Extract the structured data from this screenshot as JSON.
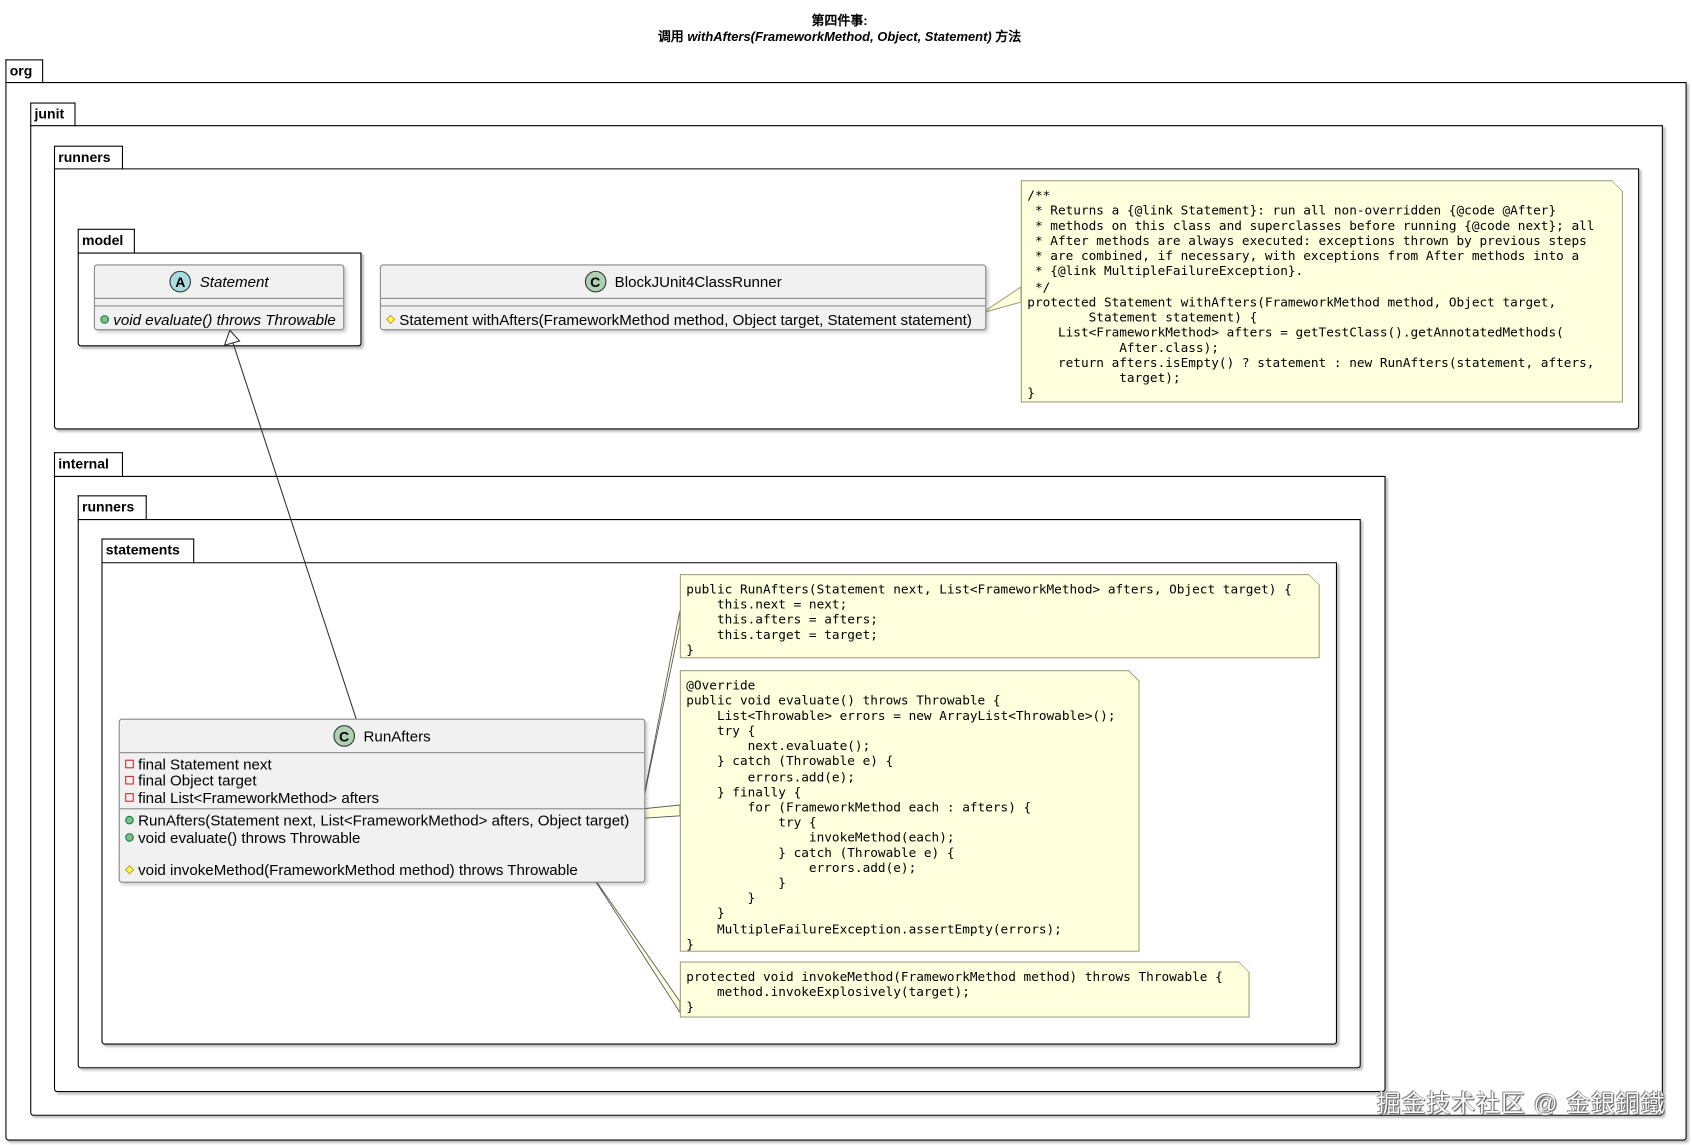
{
  "title": {
    "line1": "第四件事:",
    "line2_prefix": "调用 ",
    "line2_method": "withAfters(FrameworkMethod, Object, Statement)",
    "line2_suffix": " 方法"
  },
  "packages": {
    "org": "org",
    "junit": "junit",
    "runners": "runners",
    "model": "model",
    "internal": "internal",
    "internal_runners": "runners",
    "statements": "statements"
  },
  "classes": {
    "statement": {
      "stereotype": "A",
      "name": "Statement",
      "methods": [
        {
          "visibility": "public",
          "text": "void evaluate() throws Throwable"
        }
      ]
    },
    "block_runner": {
      "stereotype": "C",
      "name": "BlockJUnit4ClassRunner",
      "methods": [
        {
          "visibility": "protected",
          "text": "Statement withAfters(FrameworkMethod method, Object target, Statement statement)"
        }
      ]
    },
    "run_afters": {
      "stereotype": "C",
      "name": "RunAfters",
      "fields": [
        {
          "visibility": "private",
          "text": "final Statement next"
        },
        {
          "visibility": "private",
          "text": "final Object target"
        },
        {
          "visibility": "private",
          "text": "final List<FrameworkMethod> afters"
        }
      ],
      "methods": [
        {
          "visibility": "public",
          "text": "RunAfters(Statement next, List<FrameworkMethod> afters, Object target)"
        },
        {
          "visibility": "public",
          "text": "void evaluate() throws Throwable"
        },
        {
          "visibility": "protected",
          "text": "void invokeMethod(FrameworkMethod method) throws Throwable"
        }
      ]
    }
  },
  "notes": {
    "with_afters": [
      "/**",
      " * Returns a {@link Statement}: run all non-overridden {@code @After}",
      " * methods on this class and superclasses before running {@code next}; all",
      " * After methods are always executed: exceptions thrown by previous steps",
      " * are combined, if necessary, with exceptions from After methods into a",
      " * {@link MultipleFailureException}.",
      " */",
      "protected Statement withAfters(FrameworkMethod method, Object target,",
      "        Statement statement) {",
      "    List<FrameworkMethod> afters = getTestClass().getAnnotatedMethods(",
      "            After.class);",
      "    return afters.isEmpty() ? statement : new RunAfters(statement, afters,",
      "            target);",
      "}"
    ],
    "constructor": [
      "public RunAfters(Statement next, List<FrameworkMethod> afters, Object target) {",
      "    this.next = next;",
      "    this.afters = afters;",
      "    this.target = target;",
      "}"
    ],
    "evaluate": [
      "@Override",
      "public void evaluate() throws Throwable {",
      "    List<Throwable> errors = new ArrayList<Throwable>();",
      "    try {",
      "        next.evaluate();",
      "    } catch (Throwable e) {",
      "        errors.add(e);",
      "    } finally {",
      "        for (FrameworkMethod each : afters) {",
      "            try {",
      "                invokeMethod(each);",
      "            } catch (Throwable e) {",
      "                errors.add(e);",
      "            }",
      "        }",
      "    }",
      "    MultipleFailureException.assertEmpty(errors);",
      "}"
    ],
    "invoke_method": [
      "protected void invokeMethod(FrameworkMethod method) throws Throwable {",
      "    method.invokeExplosively(target);",
      "}"
    ]
  },
  "watermark": "掘金技术社区 @ 金銀銅鐵",
  "colors": {
    "class_fill": "#F1F1F1",
    "note_fill": "#FEFFDD",
    "class_circle": "#ADD1B2",
    "abstract_circle": "#A9DCDF"
  }
}
